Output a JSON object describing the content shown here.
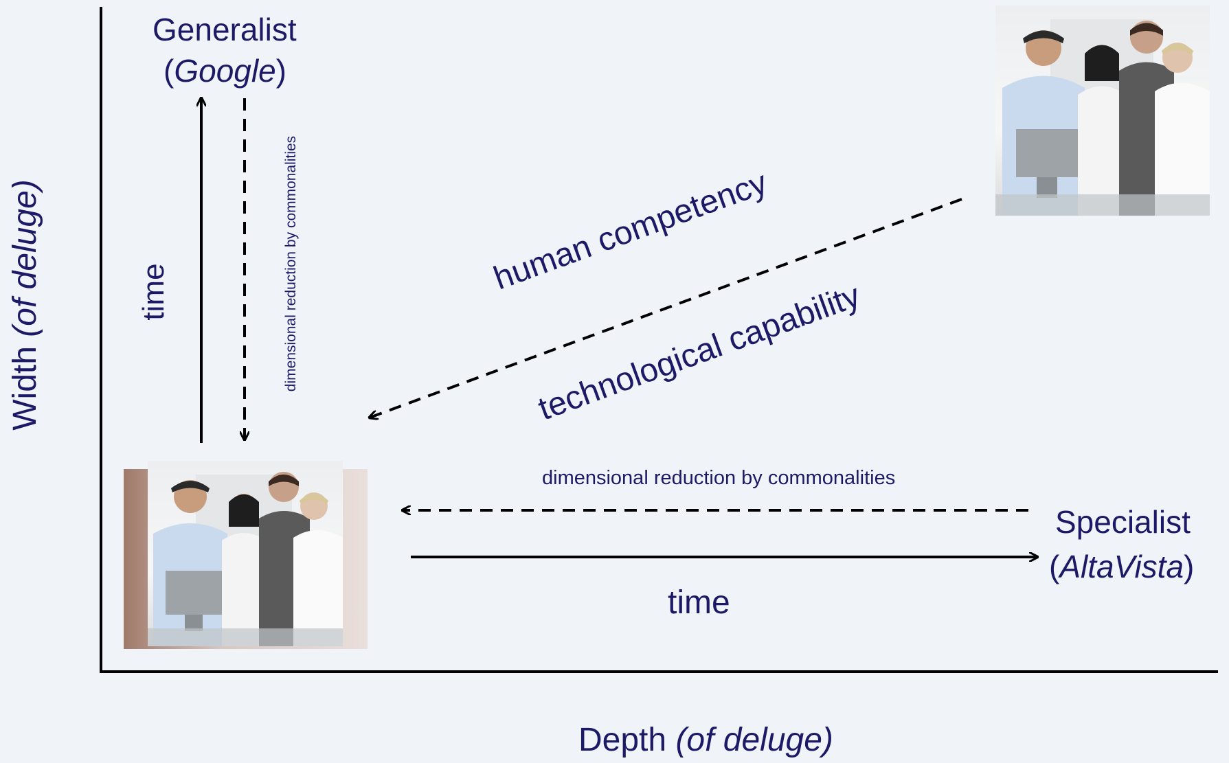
{
  "generalist": {
    "title": "Generalist",
    "open": "(",
    "name": "Google",
    "close": ")"
  },
  "specialist": {
    "title": "Specialist",
    "open": "(",
    "name": "AltaVista",
    "close": ")"
  },
  "axes": {
    "y": {
      "word": "Width",
      "qualifier": "(of deluge)"
    },
    "x": {
      "word": "Depth",
      "qualifier": "(of deluge)"
    }
  },
  "labels": {
    "time_vertical": "time",
    "time_horizontal": "time",
    "reduction_vertical": "dimensional reduction by commonalities",
    "reduction_horizontal": "dimensional reduction by commonalities",
    "human_competency": "human competency",
    "technological_capability": "technological capability"
  },
  "photos": {
    "top_right": "group-photo",
    "bottom_left": "group-photo"
  },
  "colors": {
    "text": "#1c1a66",
    "line": "#000000",
    "background": "#f0f4f9"
  }
}
